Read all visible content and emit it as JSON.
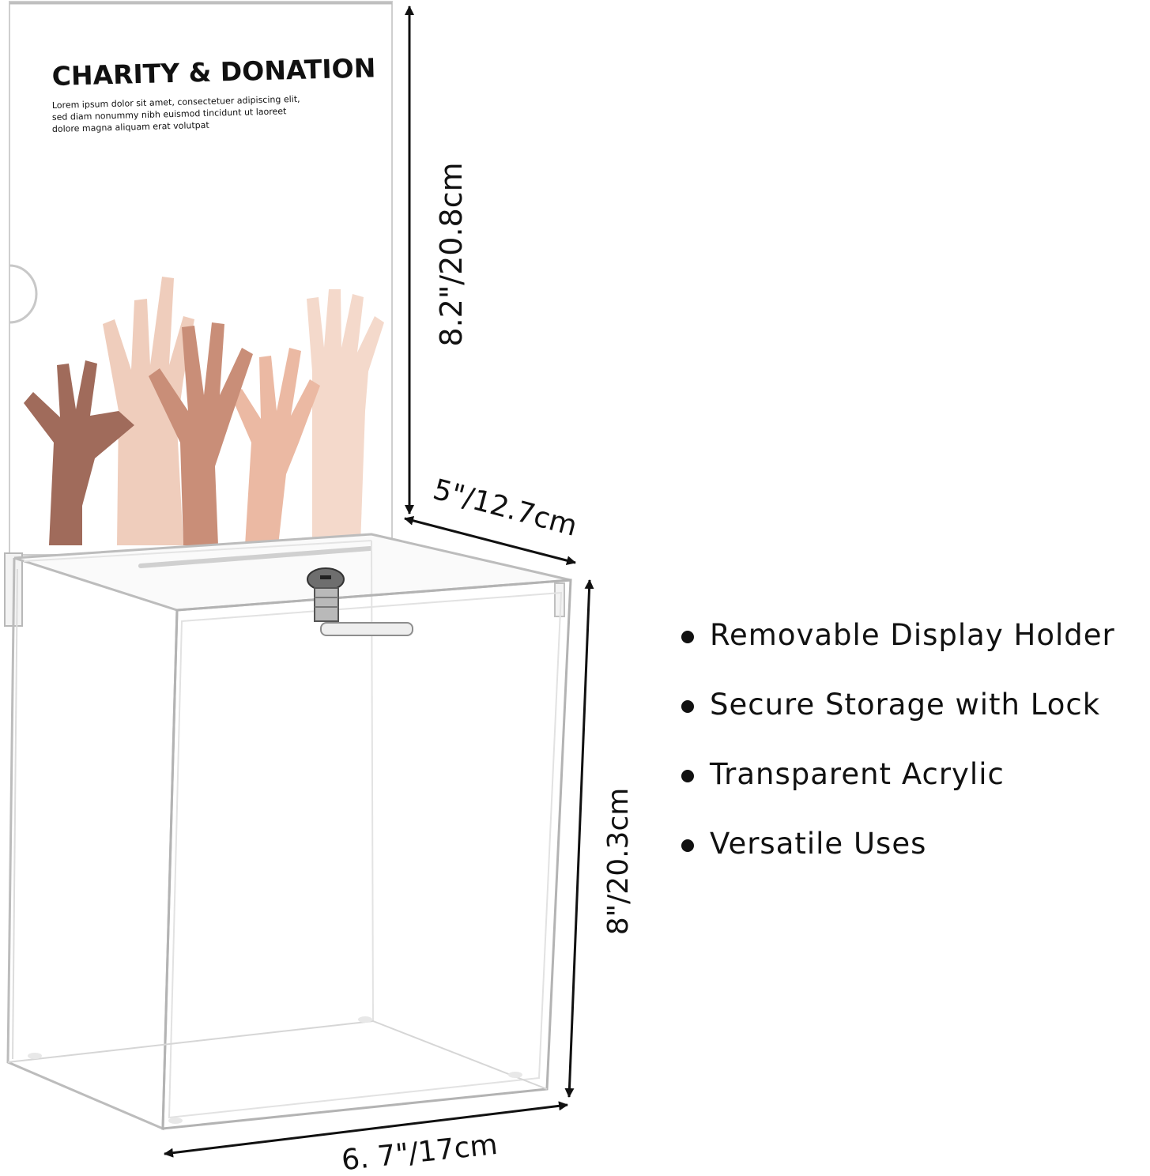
{
  "sign": {
    "title": "CHARITY & DONATION",
    "body_lines": [
      "Lorem ipsum dolor sit amet, consectetuer adipiscing elit,",
      "sed diam nonummy nibh euismod tincidunt ut laoreet",
      "dolore magna aliquam erat volutpat"
    ]
  },
  "dimensions": {
    "sign_height": "8.2\"/20.8cm",
    "depth": "5\"/12.7cm",
    "box_height": "8\"/20.3cm",
    "width": "6. 7\"/17cm"
  },
  "features": [
    {
      "label": "Removable Display Holder",
      "icon": "bullet-dot"
    },
    {
      "label": "Secure Storage with Lock",
      "icon": "bullet-dot"
    },
    {
      "label": "Transparent Acrylic",
      "icon": "bullet-dot"
    },
    {
      "label": "Versatile Uses",
      "icon": "bullet-dot"
    }
  ],
  "colors": {
    "title": "#B07B6A",
    "hand_dark": "#A06B5B",
    "hand_mid": "#C98E78",
    "hand_light": "#EFCDBC",
    "hand_pale": "#F4D9CB"
  }
}
